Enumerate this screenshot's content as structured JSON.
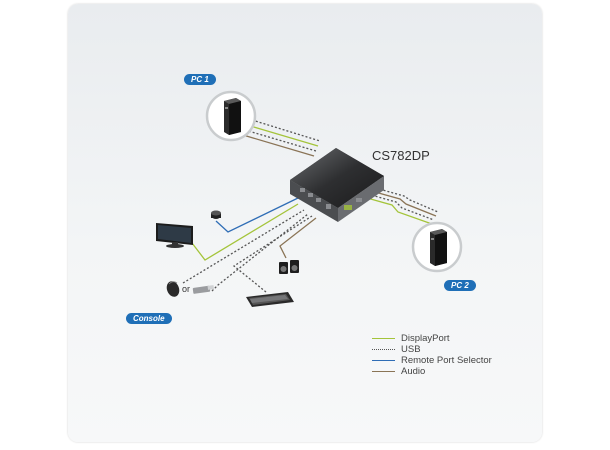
{
  "labels": {
    "pc1": "PC 1",
    "pc2": "PC 2",
    "console": "Console",
    "model": "CS782DP",
    "or": "or"
  },
  "colors": {
    "pill_blue": "#1f6fb7",
    "displayport": "#a4c43a",
    "usb": "#555555",
    "remote": "#2f6db6",
    "audio": "#8a7456"
  },
  "legend": [
    {
      "label": "DisplayPort",
      "color": "#a4c43a",
      "style": "solid"
    },
    {
      "label": "USB",
      "color": "#555555",
      "style": "dotted"
    },
    {
      "label": "Remote Port Selector",
      "color": "#2f6db6",
      "style": "solid"
    },
    {
      "label": "Audio",
      "color": "#8a7456",
      "style": "solid"
    }
  ],
  "icons": [
    "pc-tower-icon",
    "kvm-switch-icon",
    "monitor-icon",
    "remote-selector-icon",
    "speakers-icon",
    "mouse-icon",
    "usb-drive-icon",
    "keyboard-icon"
  ]
}
